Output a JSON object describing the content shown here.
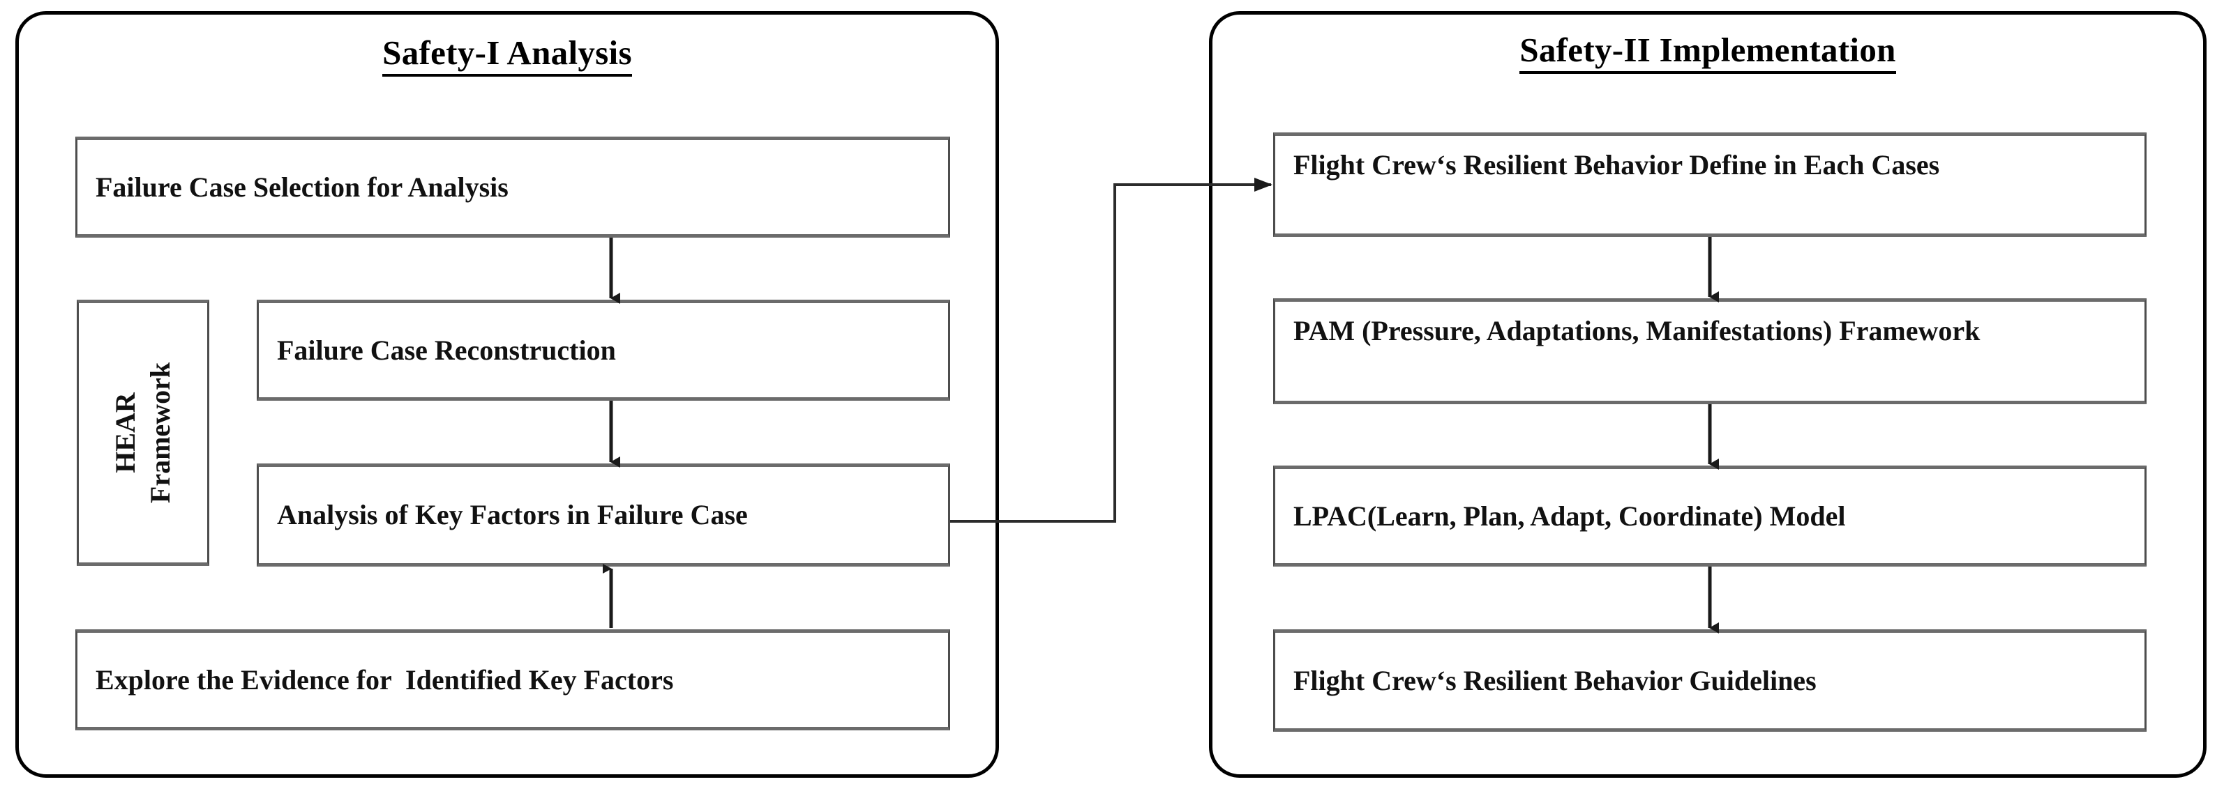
{
  "figure": {
    "left_panel": {
      "title": "Safety-I Analysis",
      "side_label": "HEAR\nFramework",
      "boxes": [
        {
          "id": "failure-case-selection",
          "label": "Failure Case Selection for Analysis"
        },
        {
          "id": "failure-case-reconstruction",
          "label": "Failure Case Reconstruction"
        },
        {
          "id": "analysis-of-key-factors",
          "label": "Analysis of Key Factors in Failure Case"
        },
        {
          "id": "explore-the-evidence",
          "label": "Explore the Evidence for  Identified Key Factors"
        }
      ]
    },
    "right_panel": {
      "title": "Safety-II Implementation",
      "boxes": [
        {
          "id": "resilient-behavior-define",
          "label": "Flight Crew‘s Resilient Behavior Define in Each Cases"
        },
        {
          "id": "pam-framework",
          "label": "PAM (Pressure, Adaptations, Manifestations) Framework"
        },
        {
          "id": "lpac-model",
          "label": "LPAC(Learn, Plan, Adapt, Coordinate) Model"
        },
        {
          "id": "resilient-behavior-guidelines",
          "label": "Flight Crew‘s Resilient Behavior Guidelines"
        }
      ]
    },
    "connectors": [
      {
        "id": "l1-to-l2",
        "from": "failure-case-selection",
        "to": "failure-case-reconstruction",
        "direction": "down"
      },
      {
        "id": "l2-to-l3",
        "from": "failure-case-reconstruction",
        "to": "analysis-of-key-factors",
        "direction": "down"
      },
      {
        "id": "l4-to-l3",
        "from": "explore-the-evidence",
        "to": "analysis-of-key-factors",
        "direction": "up"
      },
      {
        "id": "l3-to-r1",
        "from": "analysis-of-key-factors",
        "to": "resilient-behavior-define",
        "direction": "right-elbow"
      },
      {
        "id": "r1-to-r2",
        "from": "resilient-behavior-define",
        "to": "pam-framework",
        "direction": "down"
      },
      {
        "id": "r2-to-r3",
        "from": "pam-framework",
        "to": "lpac-model",
        "direction": "down"
      },
      {
        "id": "r3-to-r4",
        "from": "lpac-model",
        "to": "resilient-behavior-guidelines",
        "direction": "down"
      }
    ],
    "colors": {
      "panel_border": "#000000",
      "box_border": "#4d4d4d",
      "text": "#111111",
      "background": "#ffffff",
      "connector": "#2b2b2b"
    }
  }
}
